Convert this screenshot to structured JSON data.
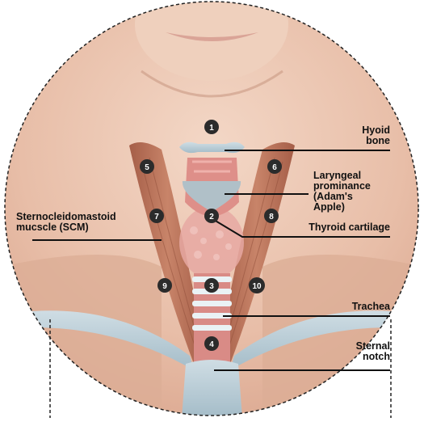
{
  "colors": {
    "skin": "#e9c3ae",
    "muscle": "#b9715a",
    "cartilage": "#d98b86",
    "bone": "#b7ccd6",
    "badge": "#2b2b2b",
    "leader": "#111111"
  },
  "labels": {
    "hyoid": [
      "Hyoid",
      "bone"
    ],
    "laryngeal": [
      "Laryngeal",
      "prominance",
      "(Adam's",
      "Apple)"
    ],
    "scm": [
      "Sternocleidomastoid",
      "mucscle (SCM)"
    ],
    "thyroid": "Thyroid cartilage",
    "trachea": "Trachea",
    "sternal": [
      "Sternal",
      "notch"
    ]
  },
  "markers": [
    "1",
    "2",
    "3",
    "4",
    "5",
    "6",
    "7",
    "8",
    "9",
    "10"
  ]
}
